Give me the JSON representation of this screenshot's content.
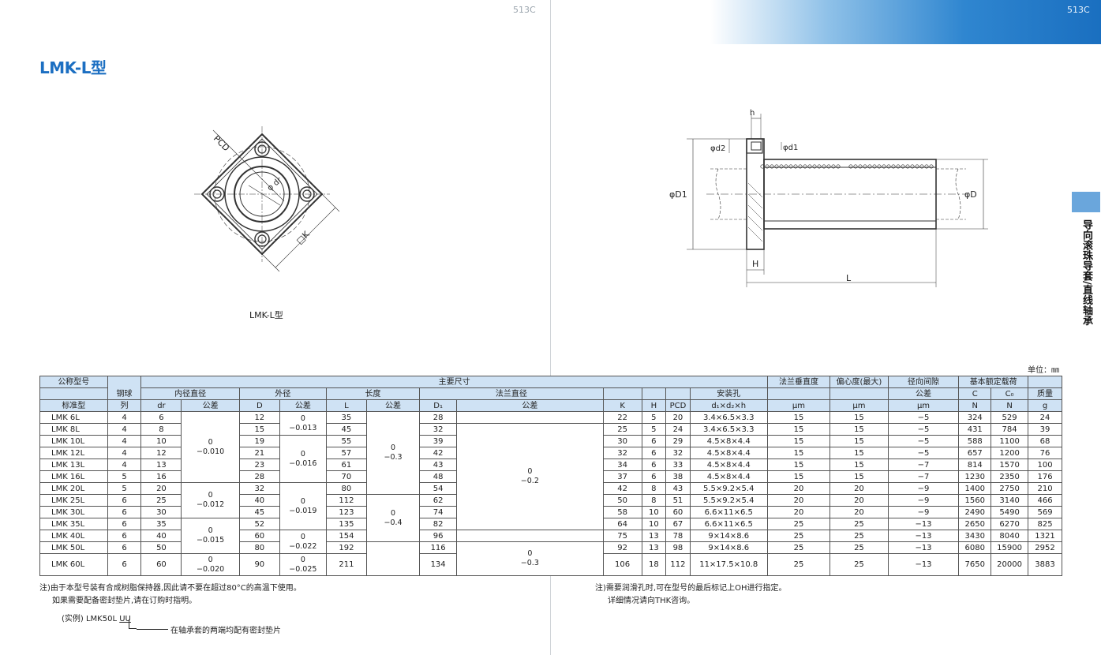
{
  "page": {
    "left_number": "513C",
    "right_number": "513C"
  },
  "title": "LMK-L型",
  "side_tab": "导向滚珠导套/直线轴承",
  "figure_left": {
    "caption": "LMK-L型",
    "labels": {
      "pcd": "PCD",
      "dr": "φ dr",
      "k": "□K"
    }
  },
  "figure_right": {
    "labels": {
      "h_small": "h",
      "d2": "φd2",
      "d1": "φd1",
      "D1": "φD1",
      "D": "φD",
      "H": "H",
      "L": "L"
    }
  },
  "unit": "单位：㎜",
  "table": {
    "header": {
      "nominal_model": "公称型号",
      "steel_ball": "钢球",
      "row": "列",
      "main_dims": "主要尺寸",
      "inner_dia": "内径直径",
      "tolerance": "公差",
      "outer_dia": "外径",
      "length": "长度",
      "flange_dia": "法兰直径",
      "std_model": "标准型",
      "dr": "dr",
      "D": "D",
      "L": "L",
      "D1": "D₁",
      "K": "K",
      "H": "H",
      "PCD": "PCD",
      "mount_hole": "安装孔",
      "mount_hole_sub": "d₁×d₂×h",
      "flange_perp": "法兰垂直度",
      "eccentricity": "偏心度(最大)",
      "radial_clearance": "径向间隙",
      "rc_tol": "公差",
      "basic_load": "基本额定载荷",
      "C": "C",
      "C0": "C₀",
      "mass": "质量",
      "um": "μm",
      "N": "N",
      "g": "g"
    },
    "rows": [
      {
        "model": "LMK 6L",
        "rows": "4",
        "dr": "6",
        "D": "12",
        "L": "35",
        "D1": "28",
        "K": "22",
        "H": "5",
        "PCD": "20",
        "hole": "3.4×6.5×3.3",
        "perp": "15",
        "ecc": "15",
        "rc": "−5",
        "C": "324",
        "C0": "529",
        "mass": "24"
      },
      {
        "model": "LMK 8L",
        "rows": "4",
        "dr": "8",
        "D": "15",
        "L": "45",
        "D1": "32",
        "K": "25",
        "H": "5",
        "PCD": "24",
        "hole": "3.4×6.5×3.3",
        "perp": "15",
        "ecc": "15",
        "rc": "−5",
        "C": "431",
        "C0": "784",
        "mass": "39"
      },
      {
        "model": "LMK 10L",
        "rows": "4",
        "dr": "10",
        "D": "19",
        "L": "55",
        "D1": "39",
        "K": "30",
        "H": "6",
        "PCD": "29",
        "hole": "4.5×8×4.4",
        "perp": "15",
        "ecc": "15",
        "rc": "−5",
        "C": "588",
        "C0": "1100",
        "mass": "68"
      },
      {
        "model": "LMK 12L",
        "rows": "4",
        "dr": "12",
        "D": "21",
        "L": "57",
        "D1": "42",
        "K": "32",
        "H": "6",
        "PCD": "32",
        "hole": "4.5×8×4.4",
        "perp": "15",
        "ecc": "15",
        "rc": "−5",
        "C": "657",
        "C0": "1200",
        "mass": "76"
      },
      {
        "model": "LMK 13L",
        "rows": "4",
        "dr": "13",
        "D": "23",
        "L": "61",
        "D1": "43",
        "K": "34",
        "H": "6",
        "PCD": "33",
        "hole": "4.5×8×4.4",
        "perp": "15",
        "ecc": "15",
        "rc": "−7",
        "C": "814",
        "C0": "1570",
        "mass": "100"
      },
      {
        "model": "LMK 16L",
        "rows": "5",
        "dr": "16",
        "D": "28",
        "L": "70",
        "D1": "48",
        "K": "37",
        "H": "6",
        "PCD": "38",
        "hole": "4.5×8×4.4",
        "perp": "15",
        "ecc": "15",
        "rc": "−7",
        "C": "1230",
        "C0": "2350",
        "mass": "176"
      },
      {
        "model": "LMK 20L",
        "rows": "5",
        "dr": "20",
        "D": "32",
        "L": "80",
        "D1": "54",
        "K": "42",
        "H": "8",
        "PCD": "43",
        "hole": "5.5×9.2×5.4",
        "perp": "20",
        "ecc": "20",
        "rc": "−9",
        "C": "1400",
        "C0": "2750",
        "mass": "210"
      },
      {
        "model": "LMK 25L",
        "rows": "6",
        "dr": "25",
        "D": "40",
        "L": "112",
        "D1": "62",
        "K": "50",
        "H": "8",
        "PCD": "51",
        "hole": "5.5×9.2×5.4",
        "perp": "20",
        "ecc": "20",
        "rc": "−9",
        "C": "1560",
        "C0": "3140",
        "mass": "466"
      },
      {
        "model": "LMK 30L",
        "rows": "6",
        "dr": "30",
        "D": "45",
        "L": "123",
        "D1": "74",
        "K": "58",
        "H": "10",
        "PCD": "60",
        "hole": "6.6×11×6.5",
        "perp": "20",
        "ecc": "20",
        "rc": "−9",
        "C": "2490",
        "C0": "5490",
        "mass": "569"
      },
      {
        "model": "LMK 35L",
        "rows": "6",
        "dr": "35",
        "D": "52",
        "L": "135",
        "D1": "82",
        "K": "64",
        "H": "10",
        "PCD": "67",
        "hole": "6.6×11×6.5",
        "perp": "25",
        "ecc": "25",
        "rc": "−13",
        "C": "2650",
        "C0": "6270",
        "mass": "825"
      },
      {
        "model": "LMK 40L",
        "rows": "6",
        "dr": "40",
        "D": "60",
        "L": "154",
        "D1": "96",
        "K": "75",
        "H": "13",
        "PCD": "78",
        "hole": "9×14×8.6",
        "perp": "25",
        "ecc": "25",
        "rc": "−13",
        "C": "3430",
        "C0": "8040",
        "mass": "1321"
      },
      {
        "model": "LMK 50L",
        "rows": "6",
        "dr": "50",
        "D": "80",
        "L": "192",
        "D1": "116",
        "K": "92",
        "H": "13",
        "PCD": "98",
        "hole": "9×14×8.6",
        "perp": "25",
        "ecc": "25",
        "rc": "−13",
        "C": "6080",
        "C0": "15900",
        "mass": "2952"
      },
      {
        "model": "LMK 60L",
        "rows": "6",
        "dr": "60",
        "D": "90",
        "L": "211",
        "D1": "134",
        "K": "106",
        "H": "18",
        "PCD": "112",
        "hole": "11×17.5×10.8",
        "perp": "25",
        "ecc": "25",
        "rc": "−13",
        "C": "7650",
        "C0": "20000",
        "mass": "3883"
      }
    ],
    "tolerances": {
      "dr_a": [
        "0",
        "−0.010"
      ],
      "dr_b": [
        "0",
        "−0.012"
      ],
      "dr_c": [
        "0",
        "−0.015"
      ],
      "dr_d": [
        "0",
        "−0.020"
      ],
      "D_a": [
        "0",
        "−0.013"
      ],
      "D_b": [
        "0",
        "−0.016"
      ],
      "D_c": [
        "0",
        "−0.019"
      ],
      "D_d": [
        "0",
        "−0.022"
      ],
      "D_e": [
        "0",
        "−0.025"
      ],
      "L_a": [
        "0",
        "−0.3"
      ],
      "L_b": [
        "0",
        "−0.4"
      ],
      "D1_a": [
        "0",
        "−0.2"
      ],
      "D1_b": [
        "0",
        "−0.3"
      ]
    }
  },
  "notes_left": [
    "注)由于本型号装有合成树脂保持器,因此请不要在超过80°C的高温下使用。",
    "如果需要配备密封垫片,请在订购时指明。"
  ],
  "example": {
    "label": "(实例) LMK50L",
    "suffix": "UU",
    "desc": "在轴承套的两端均配有密封垫片"
  },
  "notes_right": [
    "注)需要润滑孔时,可在型号的最后标记上OH进行指定。",
    "详细情况请向THK咨询。"
  ]
}
